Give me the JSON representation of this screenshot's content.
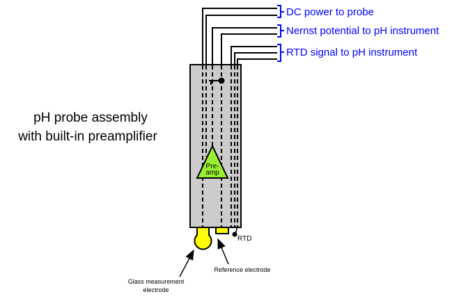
{
  "title_lines": [
    "pH probe assembly",
    "with built-in preamplifier"
  ],
  "signals": [
    "DC power to probe",
    "Nernst potential to pH instrument",
    "RTD signal to pH instrument"
  ],
  "preamp_lines": [
    "Pre-",
    "amp"
  ],
  "labels": {
    "rtd": "RTD",
    "reference": "Reference electrode",
    "glass_lines": [
      "Glass measurement",
      "electrode"
    ]
  },
  "colors": {
    "signal": "#0000ff",
    "body": "#cccccc",
    "preamp": "#99ee33",
    "electrode": "#ffff00"
  }
}
